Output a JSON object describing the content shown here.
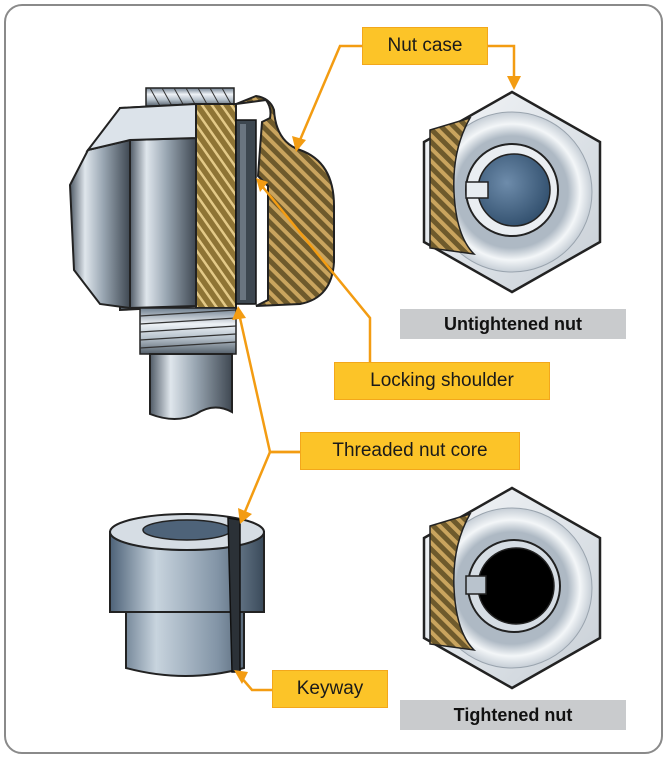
{
  "labels": {
    "nut_case": "Nut case",
    "locking_shoulder": "Locking shoulder",
    "threaded_nut_core": "Threaded nut core",
    "keyway": "Keyway"
  },
  "captions": {
    "untightened": "Untightened nut",
    "tightened": "Tightened nut"
  },
  "colors": {
    "callout_fill": "#fcc428",
    "leader_line": "#f39c12",
    "brass_hatch": "#6e5a2c",
    "steel": "#b9c3cd",
    "caption_gray": "#c9cbcd"
  }
}
